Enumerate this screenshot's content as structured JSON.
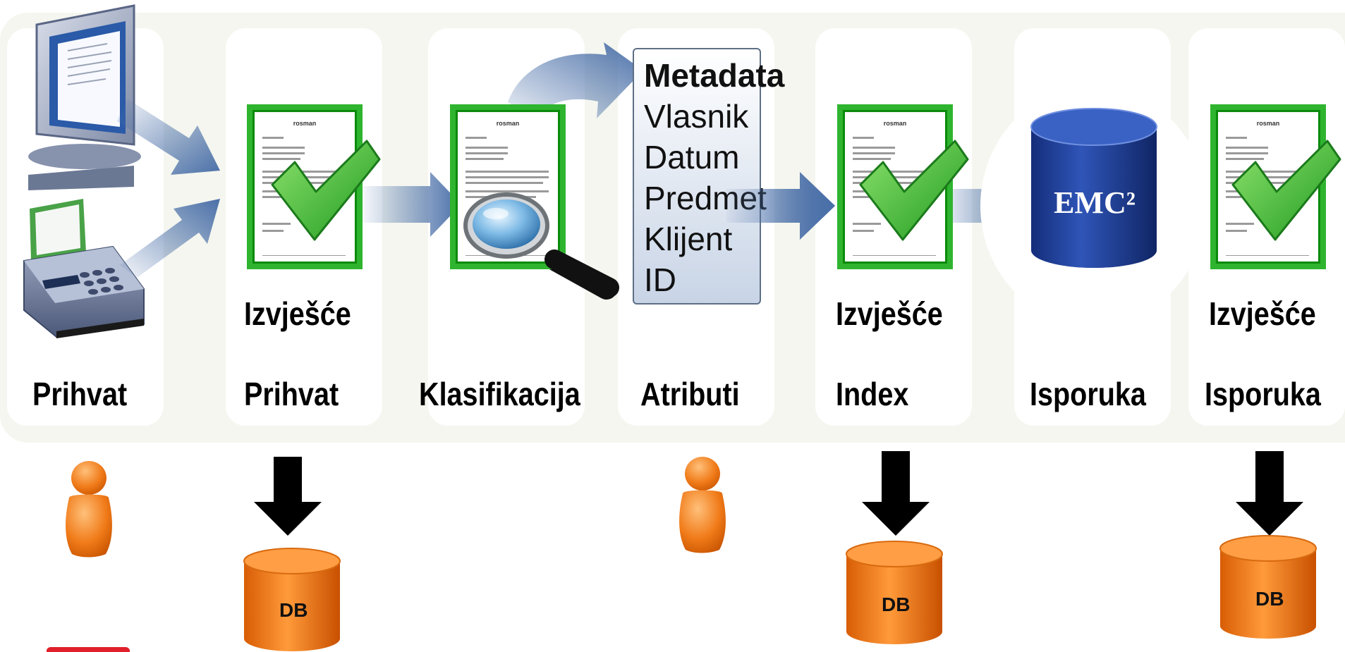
{
  "stages": [
    {
      "label": "Prihvat"
    },
    {
      "label": "Prihvat",
      "doc_label": "Izvješće"
    },
    {
      "label": "Klasifikacija"
    },
    {
      "label": "Atributi"
    },
    {
      "label": "Index",
      "doc_label": "Izvješće"
    },
    {
      "label": "Isporuka"
    },
    {
      "label": "Isporuka",
      "doc_label": "Izvješće"
    }
  ],
  "metadata": {
    "title": "Metadata",
    "fields": [
      "Vlasnik",
      "Datum",
      "Predmet",
      "Klijent",
      "ID"
    ]
  },
  "storage_logo": "EMC²",
  "db_label": "DB",
  "document_logo": "rosman",
  "colors": {
    "band": "#f4f6ef",
    "arrow": "#4a6fa8",
    "check": "#2fb42f",
    "db_orange": "#f07a18",
    "emc_blue": "#1f3f9a"
  },
  "icons": [
    "monitor-icon",
    "fax-icon",
    "document-icon",
    "checkmark-icon",
    "magnifier-icon",
    "emc-storage-icon",
    "user-icon",
    "down-arrow-icon",
    "database-icon"
  ]
}
